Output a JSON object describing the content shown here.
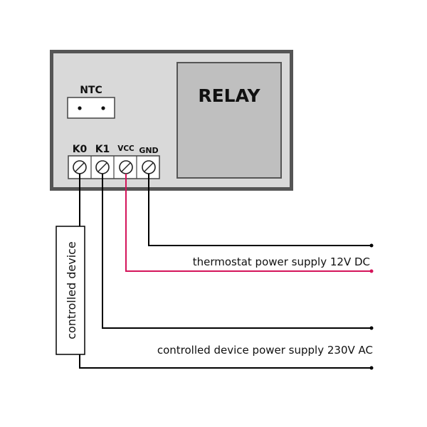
{
  "board": {
    "relay_label": "RELAY",
    "ntc_label": "NTC",
    "terminals": [
      "K0",
      "K1",
      "VCC",
      "GND"
    ]
  },
  "device_label": "controlled device",
  "supplies": {
    "thermostat": "thermostat power supply 12V DC",
    "device": "controlled device power supply 230V AC"
  },
  "colors": {
    "vcc_wire": "#d4145a",
    "wire": "#000000",
    "board_outer": "#555555",
    "board_inner": "#d9d9d9",
    "relay_fill": "#bfbfbf"
  }
}
